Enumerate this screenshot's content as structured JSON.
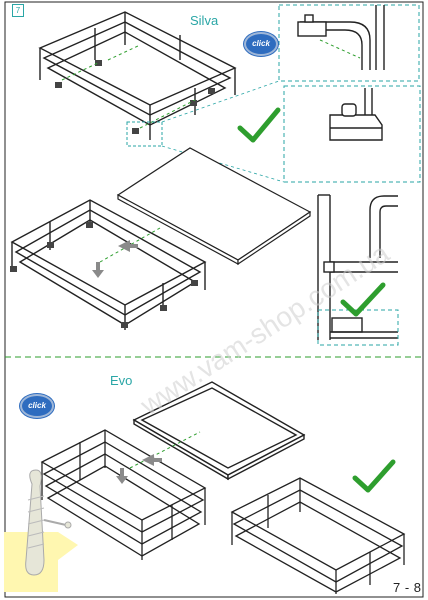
{
  "page": {
    "step_number": "7",
    "page_number": "7 - 8"
  },
  "sections": {
    "top": {
      "label": "Silva",
      "badge": "click"
    },
    "bottom": {
      "label": "Evo",
      "badge": "click"
    }
  },
  "watermark": {
    "text": "www.vam-shop.com.ua"
  },
  "colors": {
    "line": "#222222",
    "accent": "#2aa6a6",
    "check": "#2e9e2e",
    "badge": "#2e6cbf",
    "arrow_gray": "#8a8a8a"
  },
  "icons": {
    "checkmark": "checkmark-icon",
    "mascot": "screw-mascot-icon",
    "arrow": "arrow-icon"
  }
}
